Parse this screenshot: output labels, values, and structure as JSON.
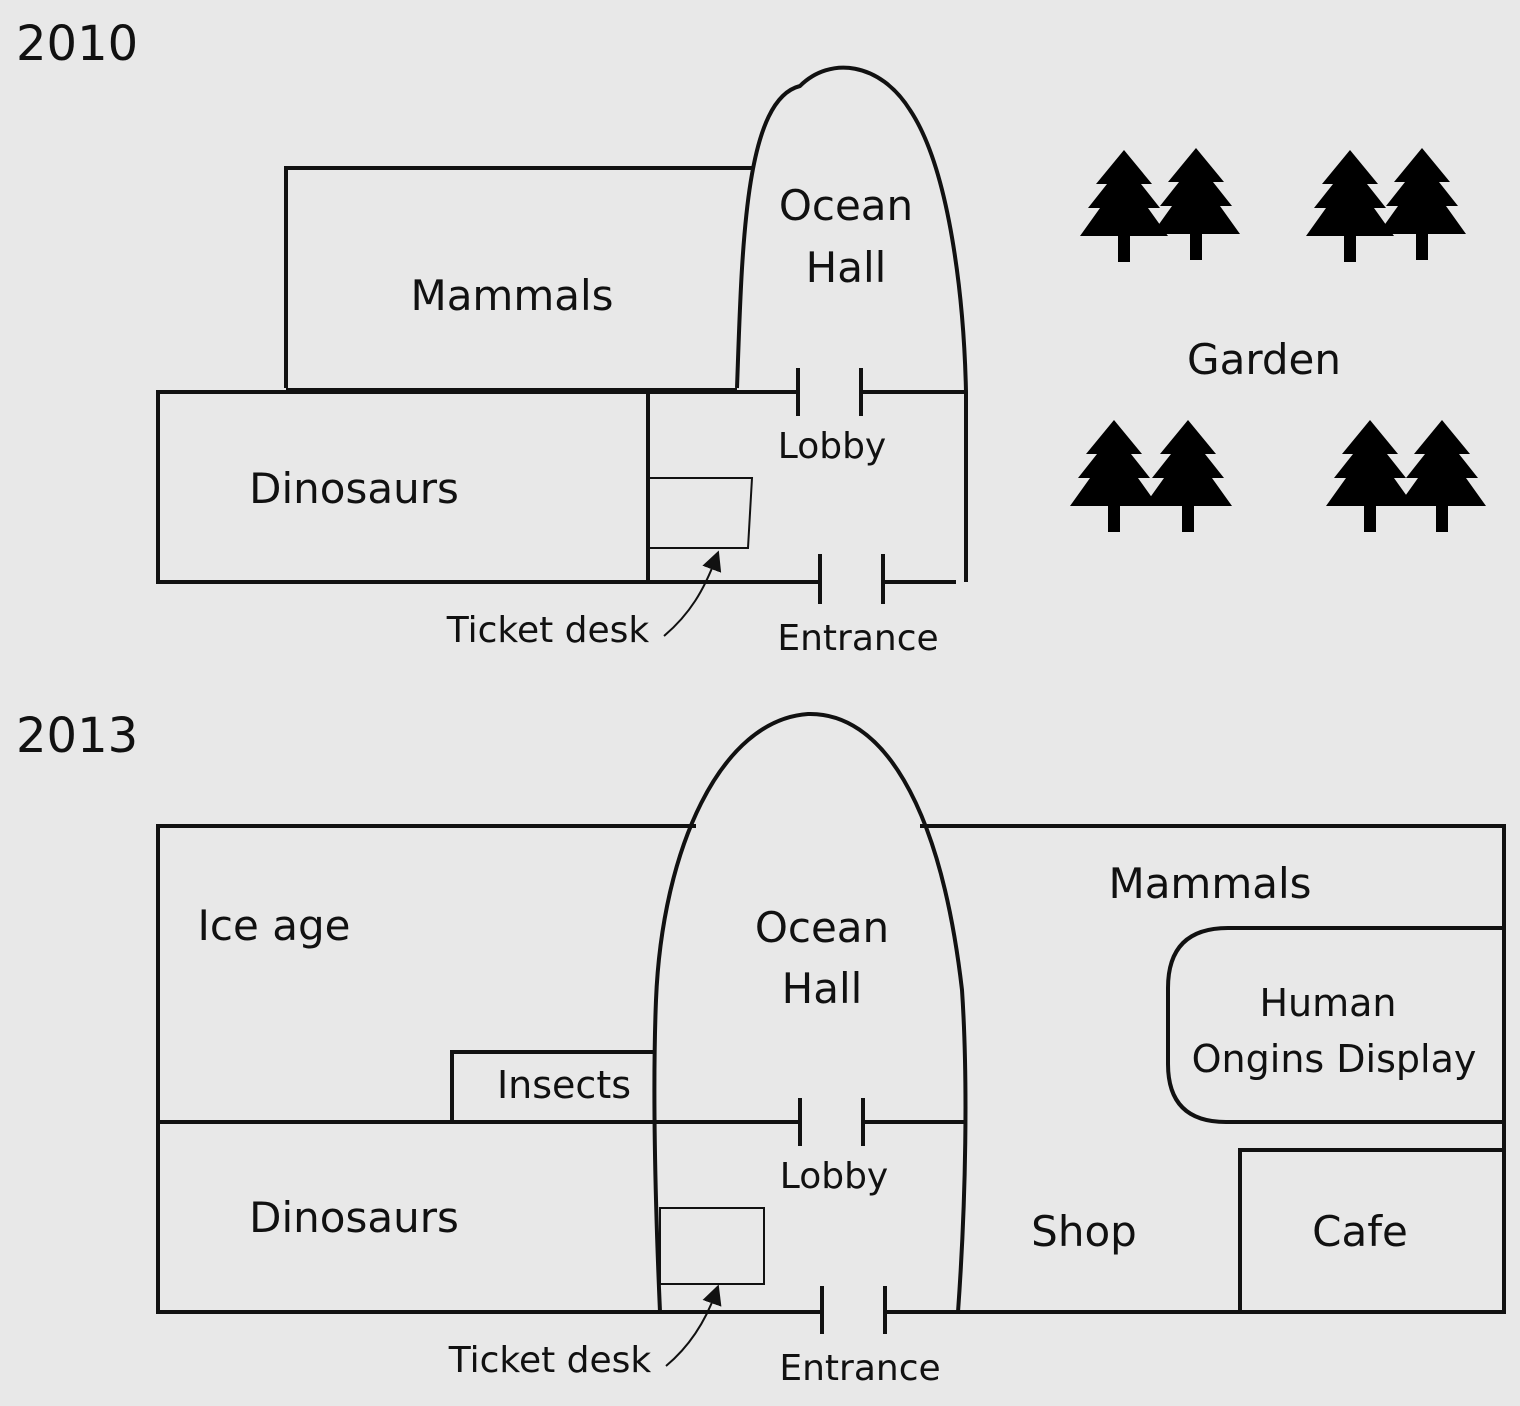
{
  "colors": {
    "background": "#e8e8e8",
    "ink": "#111111"
  },
  "icons": [
    "tree-icon"
  ],
  "plans": [
    {
      "year": "2010",
      "labels": {
        "ocean_hall_line1": "Ocean",
        "ocean_hall_line2": "Hall",
        "mammals": "Mammals",
        "dinosaurs": "Dinosaurs",
        "lobby": "Lobby",
        "ticket_desk": "Ticket desk",
        "entrance": "Entrance",
        "garden": "Garden"
      }
    },
    {
      "year": "2013",
      "labels": {
        "ice_age": "Ice age",
        "ocean_hall_line1": "Ocean",
        "ocean_hall_line2": "Hall",
        "mammals": "Mammals",
        "human_origins_line1": "Human",
        "human_origins_line2": "Ongins Display",
        "insects": "Insects",
        "dinosaurs": "Dinosaurs",
        "lobby": "Lobby",
        "ticket_desk": "Ticket desk",
        "entrance": "Entrance",
        "shop": "Shop",
        "cafe": "Cafe"
      }
    }
  ]
}
